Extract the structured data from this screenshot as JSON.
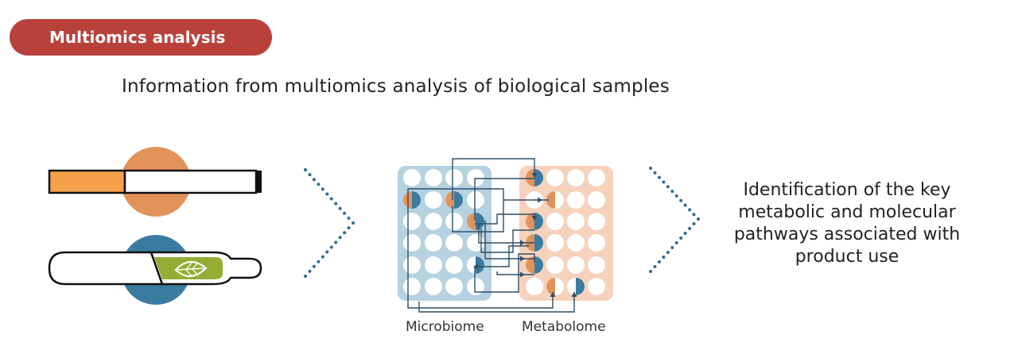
{
  "header": {
    "badge_label": "Multiomics analysis"
  },
  "subtitle": "Information from multiomics analysis of biological samples",
  "grids": {
    "left_label": "Microbiome",
    "right_label": "Metabolome"
  },
  "result_text": "Identification of the key metabolic and molecular pathways associated with product use",
  "icons": [
    "cigarette-icon",
    "heated-tobacco-stick-icon",
    "leaf-icon",
    "chevron-dotted-icon"
  ],
  "colors": {
    "badge": "#b8413c",
    "orange": "#e2935a",
    "blue": "#3b7ba0",
    "microbiome_bg": "#a9c9db",
    "metabolome_bg": "#f6d2bd",
    "leaf_green": "#95ad34",
    "dots": "#2a6d8c"
  }
}
